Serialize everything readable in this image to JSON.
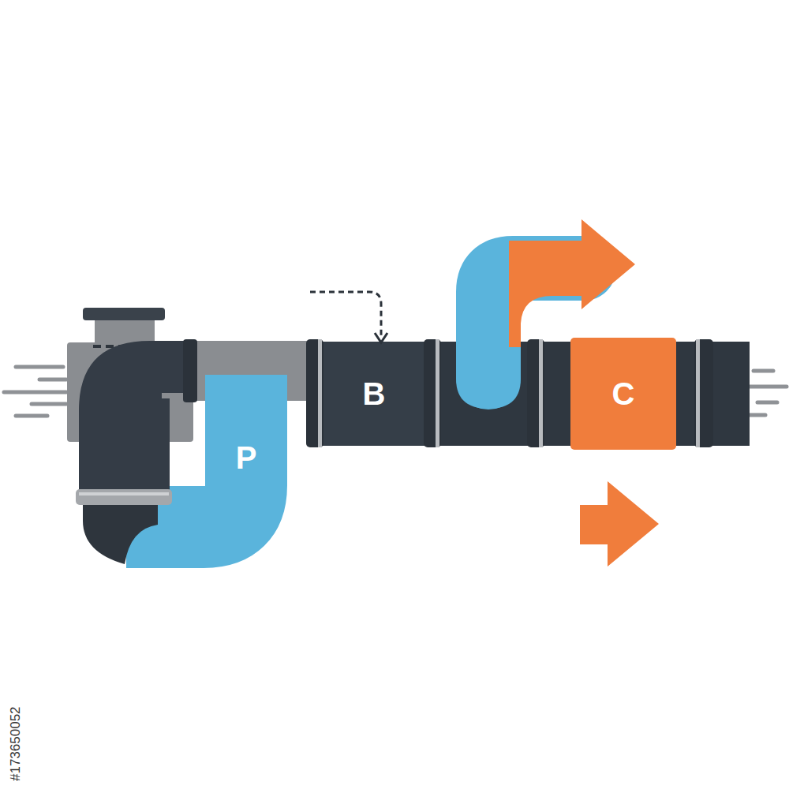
{
  "diagram": {
    "nodes": [
      {
        "text": [
          "P"
        ]
      },
      {
        "text": [
          "B"
        ]
      },
      {
        "text": [
          "C"
        ]
      }
    ],
    "labels": [
      "#173650052"
    ]
  }
}
